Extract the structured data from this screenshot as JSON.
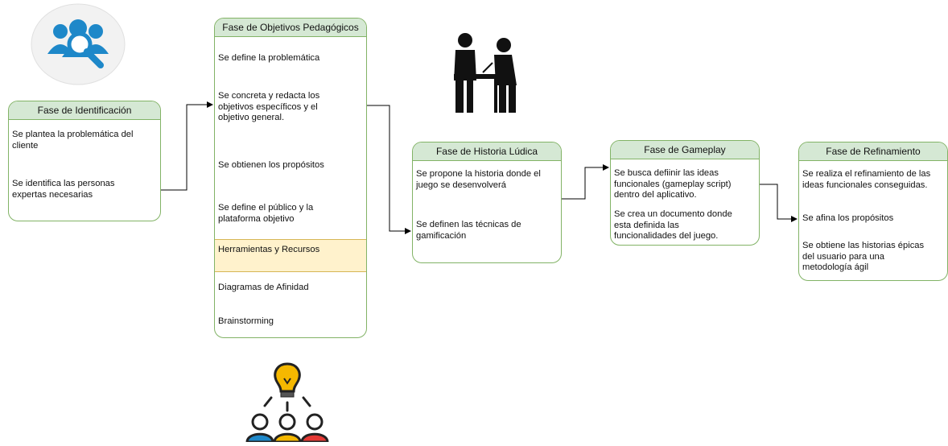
{
  "identificacion": {
    "title": "Fase de Identificación",
    "items": [
      "Se plantea la problemática del\ncliente",
      "Se identifica las personas\nexpertas necesarias"
    ]
  },
  "objetivos": {
    "title": "Fase de Objetivos Pedagógicos",
    "items": [
      "Se define la problemática",
      "Se concreta y redacta los\nobjetivos específicos y el\nobjetivo general.",
      "Se obtienen los propósitos",
      "Se define el público y la\nplataforma objetivo"
    ],
    "tools_title": "Herramientas y Recursos",
    "tools": [
      "Diagramas de Afinidad",
      "Brainstorming"
    ]
  },
  "historia": {
    "title": "Fase de Historia Lúdica",
    "items": [
      "Se propone la historia donde el\njuego se desenvolverá",
      "Se definen las técnicas de\ngamificación"
    ]
  },
  "gameplay": {
    "title": "Fase de Gameplay",
    "items": [
      "Se busca defiinir las ideas\nfuncionales (gameplay script)\ndentro del aplicativo.",
      "Se crea un documento donde\nesta definida las\nfuncionalidades del juego."
    ]
  },
  "refinamiento": {
    "title": "Fase de Refinamiento",
    "items": [
      "Se realiza el refinamiento de las\nideas funcionales conseguidas.",
      "Se afina los propósitos",
      "Se obtiene las historias épicas\ndel usuario para una\nmetodología ágil"
    ]
  },
  "colors": {
    "header_fill": "#d5e8d4",
    "header_stroke": "#82b366",
    "tools_fill": "#fff2cc",
    "icon_blue": "#1e88c9",
    "icon_black": "#111111",
    "bulb_yellow": "#f5b800"
  }
}
